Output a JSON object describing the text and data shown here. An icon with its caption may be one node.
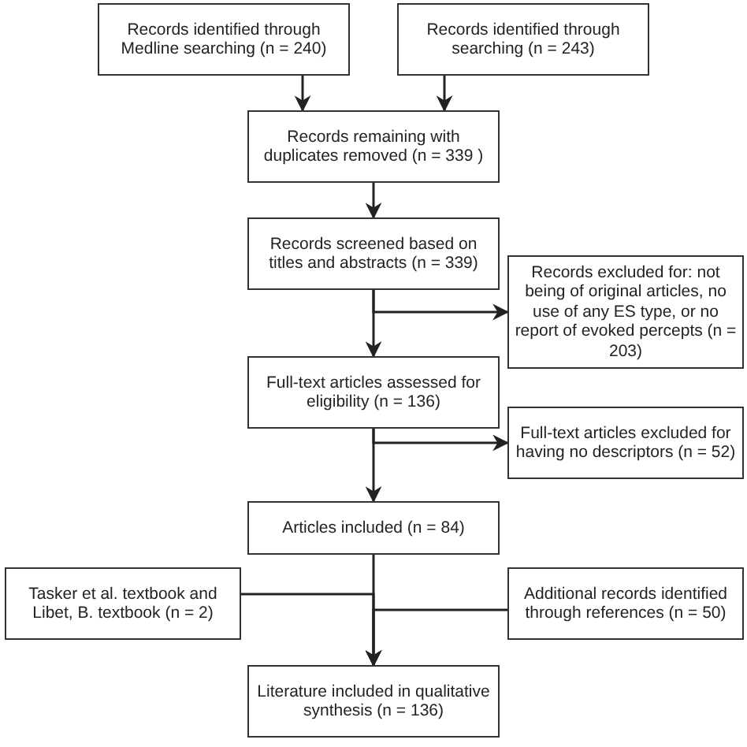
{
  "diagram": {
    "nodes": [
      {
        "text": [
          "Records identified through Medline searching (n = 240)"
        ]
      },
      {
        "text": [
          "Records identified through searching (n = 243)"
        ]
      },
      {
        "text": [
          "Records remaining with duplicates removed (n = 339 )"
        ]
      },
      {
        "text": [
          "Records screened based on titles and abstracts (n = 339)"
        ]
      },
      {
        "text": [
          "Records excluded for: not being of original articles, no use of any ES type, or no report of evoked percepts (n = 203)"
        ]
      },
      {
        "text": [
          "Full-text articles assessed for eligibility (n = 136)"
        ]
      },
      {
        "text": [
          "Full-text articles excluded for having no descriptors (n = 52)"
        ]
      },
      {
        "text": [
          "Articles included (n = 84)"
        ]
      },
      {
        "text": [
          "Tasker et al. textbook and Libet, B. textbook (n = 2)"
        ]
      },
      {
        "text": [
          "Additional records identified through references (n = 50)"
        ]
      },
      {
        "text": [
          "Literature included in qualitative synthesis (n = 136)"
        ]
      }
    ],
    "edges": [
      {
        "from": 0,
        "to": 2,
        "arrow": "to"
      },
      {
        "from": 1,
        "to": 2,
        "arrow": "to"
      },
      {
        "from": 2,
        "to": 3,
        "arrow": "to"
      },
      {
        "from": 3,
        "to": 4,
        "arrow": "to"
      },
      {
        "from": 3,
        "to": 5,
        "arrow": "to"
      },
      {
        "from": 5,
        "to": 6,
        "arrow": "to"
      },
      {
        "from": 5,
        "to": 7,
        "arrow": "to"
      },
      {
        "from": 7,
        "to": 10,
        "arrow": "to"
      },
      {
        "from": 8,
        "to": 10,
        "arrow": "to"
      },
      {
        "from": 9,
        "to": 10,
        "arrow": "to"
      }
    ]
  }
}
